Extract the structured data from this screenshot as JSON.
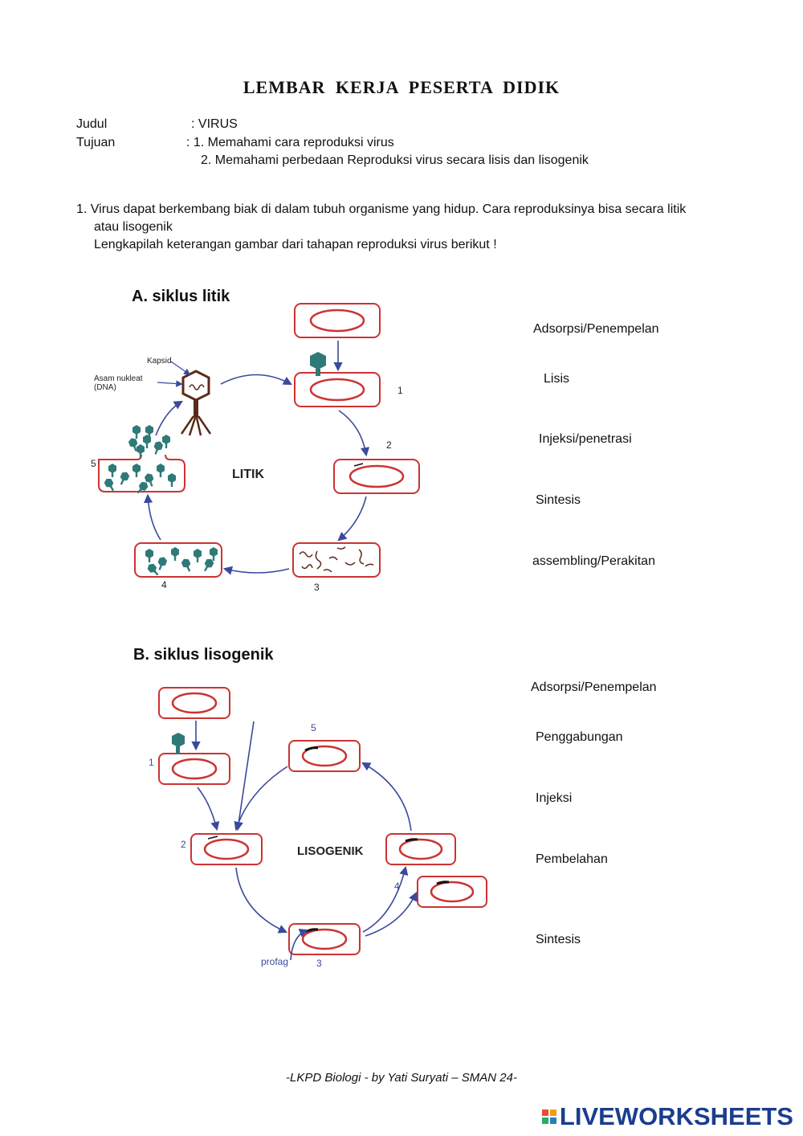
{
  "title": "LEMBAR  KERJA  PESERTA DIDIK",
  "meta": {
    "judul_label": "Judul",
    "judul_value": ": VIRUS",
    "tujuan_label": "Tujuan",
    "tujuan_1": ":  1. Memahami cara reproduksi virus",
    "tujuan_2": "2. Memahami perbedaan Reproduksi virus secara lisis dan lisogenik"
  },
  "question": {
    "line1": "1. Virus dapat berkembang biak di dalam tubuh organisme yang hidup. Cara reproduksinya bisa secara litik",
    "line2": "atau lisogenik",
    "line3": "Lengkapilah keterangan gambar dari tahapan reproduksi virus  berikut !"
  },
  "litik": {
    "heading": "A. siklus litik",
    "center_label": "LITIK",
    "kapsid_label": "Kapsid",
    "asam_label_1": "Asam nukleat",
    "asam_label_2": "(DNA)",
    "steps": [
      "1",
      "2",
      "3",
      "4",
      "5"
    ],
    "answers": [
      "Adsorpsi/Penempelan",
      "Lisis",
      "Injeksi/penetrasi",
      "Sintesis",
      "assembling/Perakitan"
    ]
  },
  "lisogenik": {
    "heading": "B. siklus lisogenik",
    "center_label": "LISOGENIK",
    "profag_label": "profag",
    "steps": [
      "1",
      "2",
      "3",
      "4",
      "5"
    ],
    "answers": [
      "Adsorpsi/Penempelan",
      "Penggabungan",
      "Injeksi",
      "Pembelahan",
      "Sintesis"
    ]
  },
  "footer": "-LKPD Biologi - by Yati Suryati – SMAN 24-",
  "logo": "LIVEWORKSHEETS",
  "colors": {
    "cell_border": "#cc3333",
    "arrow": "#3b4a9c",
    "phage": "#2f7a78",
    "phage_brown": "#5a2a18",
    "logo": "#1a3d8f"
  }
}
